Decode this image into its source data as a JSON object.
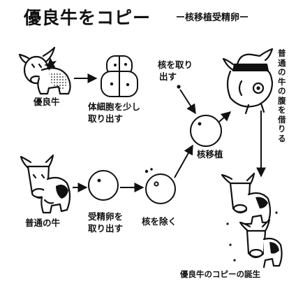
{
  "title": "優良牛をコピー",
  "subtitle": "ー核移植受精卵ー",
  "labels": {
    "superior_cow": "優良牛",
    "somatic_cells": [
      "体細胞を少し",
      "取り出す"
    ],
    "remove_nucleus_top": [
      "核を取り",
      "出す"
    ],
    "nuclear_transfer": "核移植",
    "ordinary_cow": "普通の牛",
    "fertilized_egg": [
      "受精卵を",
      "取り出す"
    ],
    "enucleate": "核を除く",
    "surrogate_note": "普通の牛の腹を借りる",
    "birth_caption": "優良牛のコピーの誕生"
  }
}
